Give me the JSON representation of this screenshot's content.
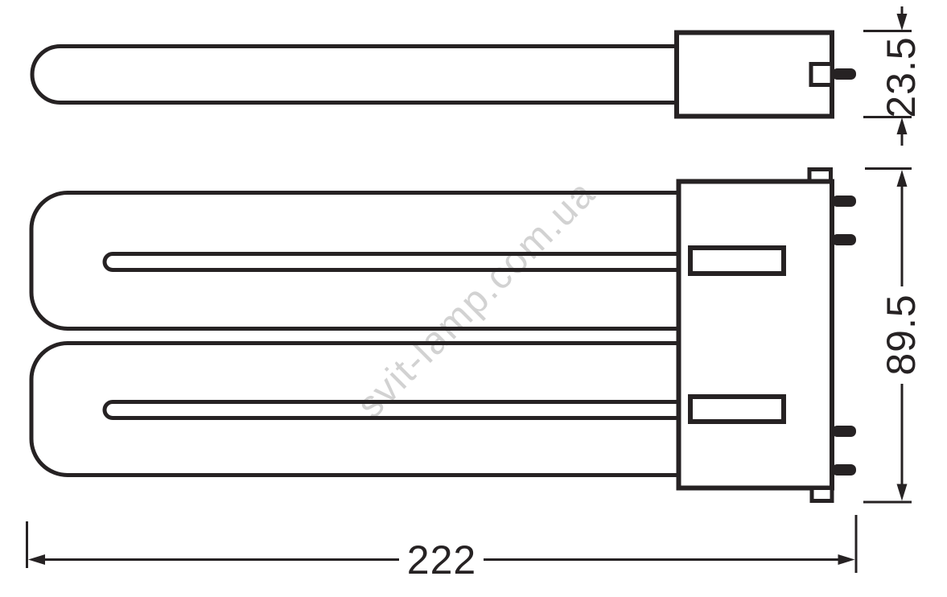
{
  "watermark": {
    "text": "svit-lamp.com.ua"
  },
  "dimensions": {
    "base_height": "23.5",
    "overall_height": "89.5",
    "overall_length": "222"
  },
  "colors": {
    "line": "#262223",
    "watermark": "#d2d2d2",
    "background": "#ffffff"
  }
}
